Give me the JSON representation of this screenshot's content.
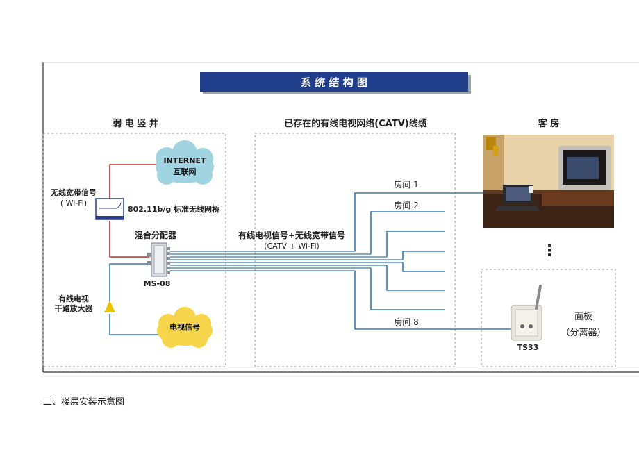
{
  "title": "系 统 结 构 图",
  "sections": {
    "shaft": "弱 电 竖 井",
    "catv": "已存在的有线电视网络(CATV)线缆",
    "room": "客 房"
  },
  "clouds": {
    "internet_line1": "INTERNET",
    "internet_line2": "互联网",
    "tv_signal": "电视信号"
  },
  "labels": {
    "wireless_line1": "无线宽带信号",
    "wireless_line2": "( Wi-Fi)",
    "bridge": "802.11b/g  标准无线网桥",
    "mixer": "混合分配器",
    "mixer_model": "MS-08",
    "amp_line1": "有线电视",
    "amp_line2": "干路放大器",
    "combined_line1": "有线电视信号+无线宽带信号",
    "combined_line2": "(CATV + Wi-Fi)",
    "panel_line1": "面板",
    "panel_line2": "（分离器）",
    "panel_model": "TS33",
    "ellipsis": "⋮"
  },
  "rooms": [
    "房间 1",
    "房间 2",
    "房间 8"
  ],
  "caption": "二、楼层安装示意图",
  "colors": {
    "title_bg": "#1f3d8a",
    "blue_line": "#3a78b8",
    "red_line": "#c0282e",
    "cloud_internet": "#9fd4e0",
    "cloud_tv": "#f7d54a",
    "amp": "#e8c400"
  }
}
